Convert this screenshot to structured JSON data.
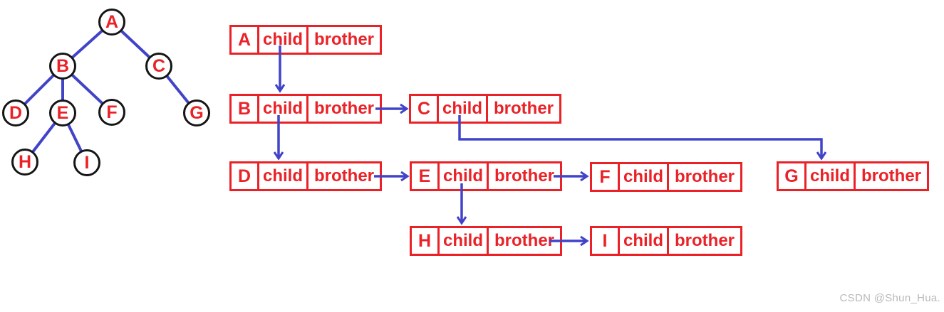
{
  "colors": {
    "node_red": "#ea2227",
    "pointer_blue": "#4143c8",
    "circle_black": "#151515",
    "watermark_gray": "#b9b9b9"
  },
  "tree": {
    "nodes": [
      {
        "id": "A",
        "label": "A"
      },
      {
        "id": "B",
        "label": "B"
      },
      {
        "id": "C",
        "label": "C"
      },
      {
        "id": "D",
        "label": "D"
      },
      {
        "id": "E",
        "label": "E"
      },
      {
        "id": "F",
        "label": "F"
      },
      {
        "id": "G",
        "label": "G"
      },
      {
        "id": "H",
        "label": "H"
      },
      {
        "id": "I",
        "label": "I"
      }
    ],
    "edges": [
      [
        "A",
        "B"
      ],
      [
        "A",
        "C"
      ],
      [
        "B",
        "D"
      ],
      [
        "B",
        "E"
      ],
      [
        "B",
        "F"
      ],
      [
        "C",
        "G"
      ],
      [
        "E",
        "H"
      ],
      [
        "E",
        "I"
      ]
    ]
  },
  "representation": {
    "boxes": [
      {
        "id": "A",
        "label": "A",
        "child_label": "child",
        "brother_label": "brother"
      },
      {
        "id": "B",
        "label": "B",
        "child_label": "child",
        "brother_label": "brother"
      },
      {
        "id": "C",
        "label": "C",
        "child_label": "child",
        "brother_label": "brother"
      },
      {
        "id": "D",
        "label": "D",
        "child_label": "child",
        "brother_label": "brother"
      },
      {
        "id": "E",
        "label": "E",
        "child_label": "child",
        "brother_label": "brother"
      },
      {
        "id": "F",
        "label": "F",
        "child_label": "child",
        "brother_label": "brother"
      },
      {
        "id": "G",
        "label": "G",
        "child_label": "child",
        "brother_label": "brother"
      },
      {
        "id": "H",
        "label": "H",
        "child_label": "child",
        "brother_label": "brother"
      },
      {
        "id": "I",
        "label": "I",
        "child_label": "child",
        "brother_label": "brother"
      }
    ],
    "links": [
      {
        "from": "A",
        "field": "child",
        "to": "B"
      },
      {
        "from": "B",
        "field": "child",
        "to": "D"
      },
      {
        "from": "B",
        "field": "brother",
        "to": "C"
      },
      {
        "from": "C",
        "field": "child",
        "to": "G"
      },
      {
        "from": "D",
        "field": "brother",
        "to": "E"
      },
      {
        "from": "E",
        "field": "child",
        "to": "H"
      },
      {
        "from": "E",
        "field": "brother",
        "to": "F"
      },
      {
        "from": "H",
        "field": "brother",
        "to": "I"
      }
    ]
  },
  "watermark": {
    "text": "CSDN @Shun_Hua."
  }
}
